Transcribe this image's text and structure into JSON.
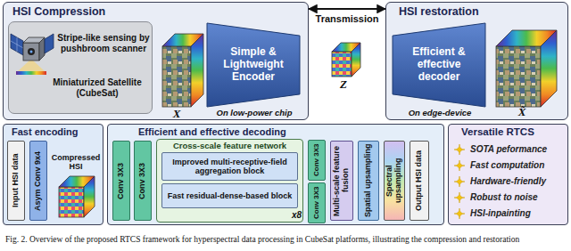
{
  "diagram": {
    "caption": "Fig. 2. Overview of the proposed RTCS framework for hyperspectral data processing in CubeSat platforms, illustrating the compression and restoration",
    "nodes": [
      {
        "text": [
          "HSI Compression"
        ]
      },
      {
        "text": [
          "Stripe-like sensing by pushbroom scanner",
          "Miniaturized Satellite (CubeSat)"
        ],
        "in": 0
      },
      {
        "text": [
          "Simple & Lightweight Encoder"
        ],
        "in": 0
      },
      {
        "text": [
          "HSI restoration"
        ]
      },
      {
        "text": [
          "Efficient & effective decoder"
        ],
        "in": 3
      },
      {
        "text": [
          "Fast encoding"
        ]
      },
      {
        "text": [
          "Input HSI data"
        ],
        "in": 5
      },
      {
        "text": [
          "Asym Conv 9x4"
        ],
        "in": 5
      },
      {
        "text": [
          "Efficient and effective decoding"
        ]
      },
      {
        "text": [
          "Conv 3X3"
        ],
        "in": 8
      },
      {
        "text": [
          "Conv 3X3"
        ],
        "in": 8
      },
      {
        "text": [
          "Cross-scale feature network"
        ],
        "in": 8
      },
      {
        "text": [
          "Improved multi-receptive-field aggregation block"
        ],
        "in": 11
      },
      {
        "text": [
          "Fast residual-dense-based block"
        ],
        "in": 11
      },
      {
        "text": [
          "Conv 3X3"
        ],
        "in": 8
      },
      {
        "text": [
          "Conv 3X3"
        ],
        "in": 8
      },
      {
        "text": [
          "Multi-scale feature fusion"
        ],
        "in": 8
      },
      {
        "text": [
          "Spatial upsampling"
        ],
        "in": 8
      },
      {
        "text": [
          "Spectral upsampling"
        ],
        "in": 8
      },
      {
        "text": [
          "Output HSI data"
        ],
        "in": 8
      },
      {
        "text": [
          "Versatile RTCS",
          "SOTA peformance",
          "Fast computation",
          "Hardware-friendly",
          "Robust to noise",
          "HSI-inpainting"
        ]
      }
    ],
    "edges": [
      {
        "from": 0,
        "to": 3,
        "arrow": "both",
        "label": "Transmission"
      }
    ],
    "labels": [
      "X",
      "On low-power chip",
      "Z",
      "On edge-device",
      "X̃",
      "Compressed HSI",
      "x8"
    ]
  }
}
